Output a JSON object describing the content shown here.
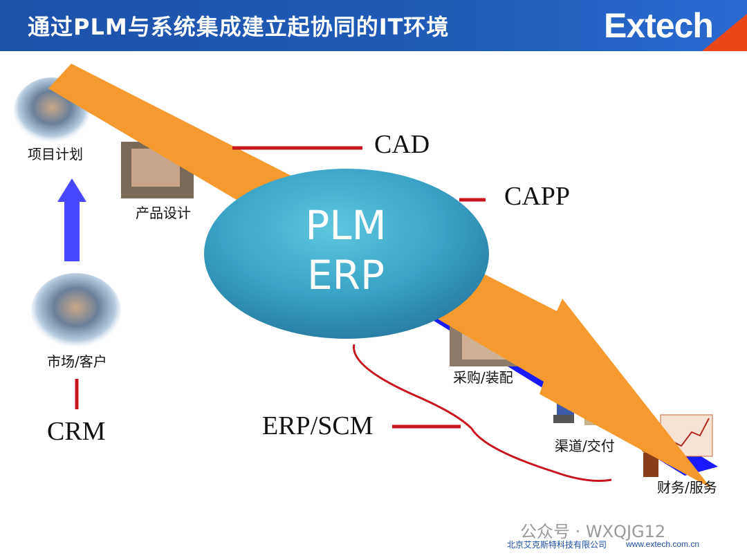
{
  "header": {
    "title": "通过PLM与系统集成建立起协同的IT环境",
    "logo_text": "Extech"
  },
  "diagram": {
    "hub_line1": "PLM",
    "hub_line2": "ERP",
    "stages": {
      "project_plan": "项目计划",
      "product_design": "产品设计",
      "market_customer": "市场/客户",
      "purchase_assembly": "采购/装配",
      "channel_delivery": "渠道/交付",
      "finance_service": "财务/服务"
    },
    "systems": {
      "cad": "CAD",
      "capp": "CAPP",
      "crm": "CRM",
      "erp_scm": "ERP/SCM"
    },
    "colors": {
      "header_blue": "#1f5cb8",
      "hub_teal": "#3fa9c9",
      "flow_blue": "#1a1aff",
      "orange_arrow": "#f59a2e",
      "connector_red": "#c8141e"
    }
  },
  "footer": {
    "company": "北京艾克斯特科技有限公司",
    "website": "www.extech.com.cn",
    "watermark": "公众号 · WXQJG12"
  }
}
